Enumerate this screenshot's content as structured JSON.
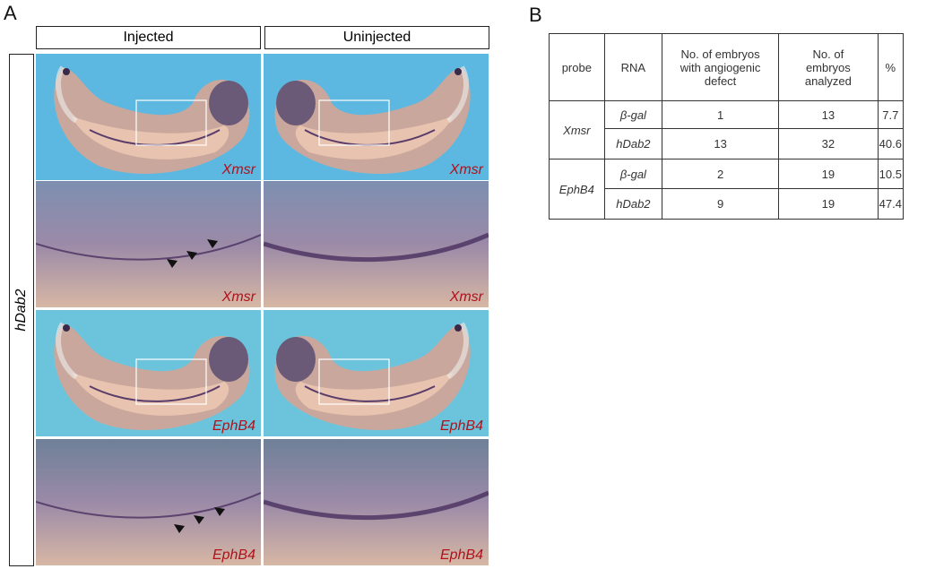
{
  "panel_a": {
    "label": "A",
    "columns": [
      "Injected",
      "Uninjected"
    ],
    "row_label": "hDab2",
    "panels": [
      {
        "probe": "Xmsr",
        "view": "whole"
      },
      {
        "probe": "Xmsr",
        "view": "whole"
      },
      {
        "probe": "Xmsr",
        "view": "closeup"
      },
      {
        "probe": "Xmsr",
        "view": "closeup"
      },
      {
        "probe": "EphB4",
        "view": "whole"
      },
      {
        "probe": "EphB4",
        "view": "whole"
      },
      {
        "probe": "EphB4",
        "view": "closeup"
      },
      {
        "probe": "EphB4",
        "view": "closeup"
      }
    ]
  },
  "panel_b": {
    "label": "B",
    "headers": [
      "probe",
      "RNA",
      "No. of embryos with angiogenic defect",
      "No. of embryos analyzed",
      "%"
    ],
    "groups": [
      {
        "probe": "Xmsr",
        "rows": [
          {
            "rna": "β-gal",
            "defect": "1",
            "analyzed": "13",
            "pct": "7.7"
          },
          {
            "rna": "hDab2",
            "defect": "13",
            "analyzed": "32",
            "pct": "40.6"
          }
        ]
      },
      {
        "probe": "EphB4",
        "rows": [
          {
            "rna": "β-gal",
            "defect": "2",
            "analyzed": "19",
            "pct": "10.5"
          },
          {
            "rna": "hDab2",
            "defect": "9",
            "analyzed": "19",
            "pct": "47.4"
          }
        ]
      }
    ]
  },
  "colors": {
    "background_blue": "#5cb8e0",
    "probe_label": "#b0121b"
  }
}
